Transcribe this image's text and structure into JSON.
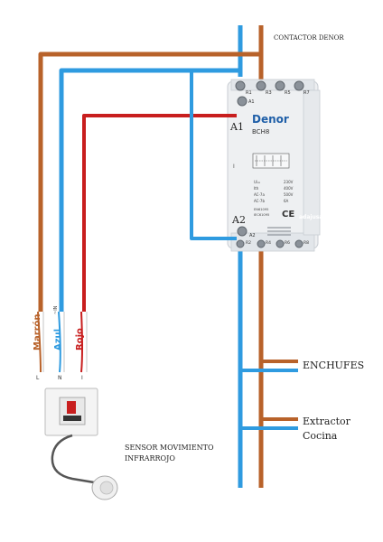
{
  "labels": {
    "contactor_title": "CONTACTOR DENOR",
    "enchufes": "ENCHUFES",
    "extractor_line1": "Extractor",
    "extractor_line2": "Cocina",
    "sensor_line1": "SENSOR MOVIMIENTO",
    "sensor_line2": "INFRARROJO"
  },
  "contactor": {
    "brand": "Denor",
    "model": "BCH8",
    "website": "adajusa.es",
    "terminal_a1": "A1",
    "terminal_a2": "A2",
    "small_a1": "A1",
    "small_a2": "A2",
    "top_terminals": [
      "R1",
      "R3",
      "R5",
      "R7"
    ],
    "bottom_terminals": [
      "R2",
      "R4",
      "R6",
      "R8"
    ],
    "specs": [
      "Ui=",
      "Ith",
      "AC-7a",
      "AC-7b",
      "230V",
      "400V",
      "500V",
      "6A",
      "EN61095",
      "IEC61095"
    ],
    "ce_mark": "CE",
    "side_mark": "I"
  },
  "sensor": {
    "wire_labels": [
      "Marrón",
      "Azul",
      "Rojo"
    ],
    "n_mark": "~IN",
    "terminal_marks": [
      "L",
      "N",
      "I"
    ]
  },
  "colors": {
    "brown": "#b8622a",
    "blue": "#2f9be0",
    "red": "#c81e1e",
    "denor_blue": "#1f5fa8",
    "grey_cable": "#555555"
  }
}
